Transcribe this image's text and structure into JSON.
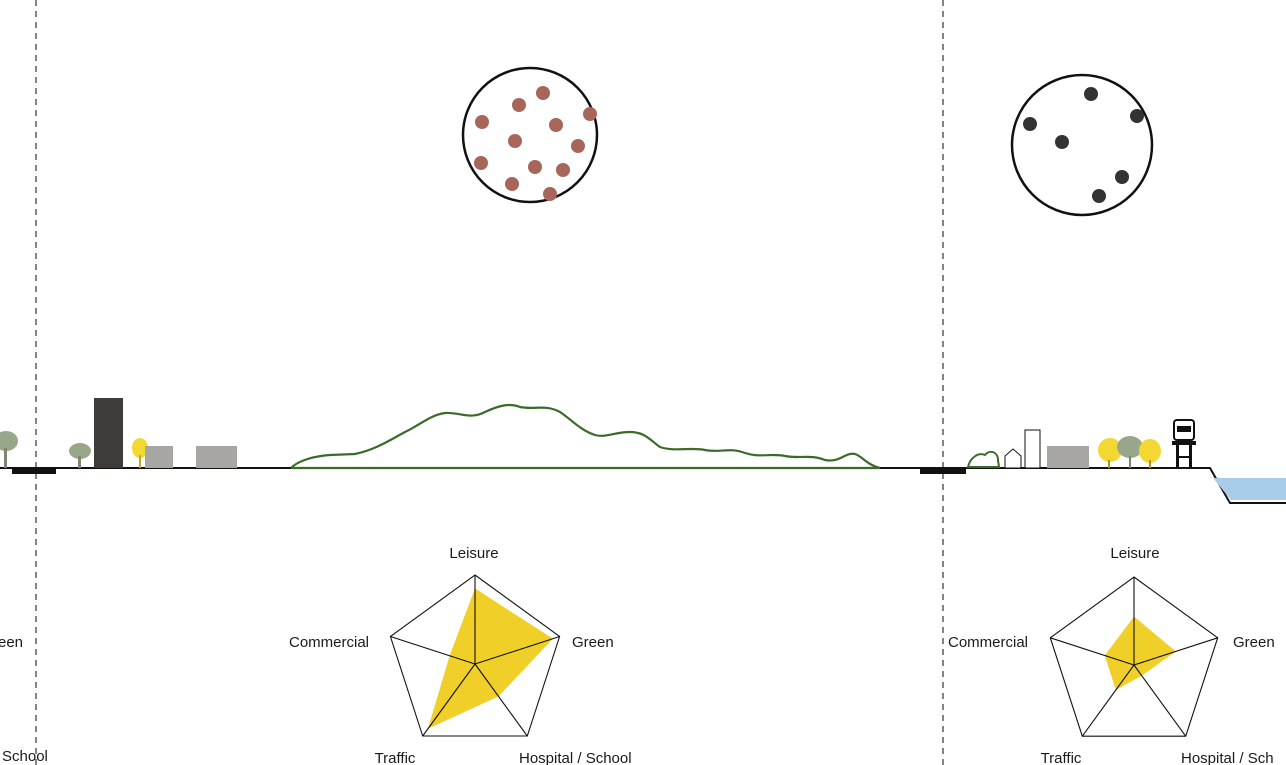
{
  "colors": {
    "ground": "#111111",
    "divider": "#333333",
    "hill_stroke": "#3c6a2a",
    "dense_dot": "#a8665a",
    "sparse_dot": "#333333",
    "radar_fill": "#f0d028",
    "tower": "#3f3b38",
    "block": "#a8a6a2",
    "tree_green": "#98a68a",
    "tree_yellow": "#f2d830",
    "water": "#a9cde8"
  },
  "section_left_partial": {
    "radar_labels": {
      "green": "een",
      "hospital_school": "School"
    }
  },
  "section_middle": {
    "density": "dense",
    "radar": {
      "labels": {
        "leisure": "Leisure",
        "green": "Green",
        "hospital_school": "Hospital / School",
        "traffic": "Traffic",
        "commercial": "Commercial"
      },
      "values": {
        "leisure": 0.85,
        "green": 0.92,
        "hospital_school": 0.45,
        "traffic": 0.9,
        "commercial": 0.3
      }
    }
  },
  "section_right": {
    "density": "sparse",
    "radar": {
      "labels": {
        "leisure": "Leisure",
        "green": "Green",
        "hospital_school": "Hospital / Sch",
        "traffic": "Traffic",
        "commercial": "Commercial"
      },
      "values": {
        "leisure": 0.55,
        "green": 0.5,
        "hospital_school": 0.15,
        "traffic": 0.35,
        "commercial": 0.35
      }
    }
  }
}
